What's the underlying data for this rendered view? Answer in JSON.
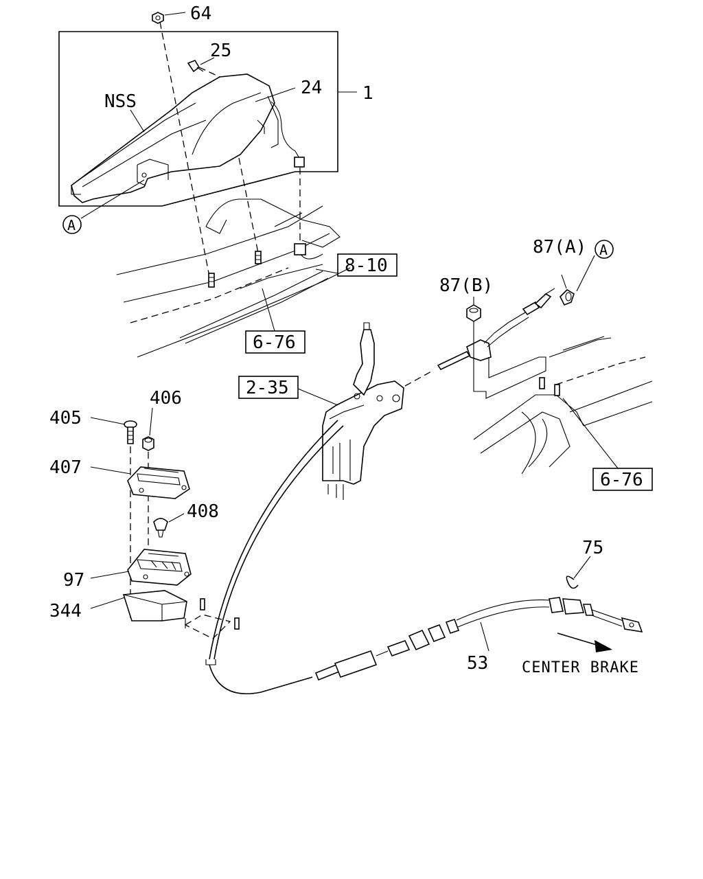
{
  "labels": {
    "p64": "64",
    "p25": "25",
    "p24": "24",
    "p1": "1",
    "nss": "NSS",
    "callout_a_left": "A",
    "p87a": "87(A)",
    "callout_a_right": "A",
    "p87b": "87(B)",
    "p406": "406",
    "p405": "405",
    "p407": "407",
    "p408": "408",
    "p97": "97",
    "p344": "344",
    "p75": "75",
    "p53": "53"
  },
  "refs": {
    "ref_8_10": "8-10",
    "ref_6_76_top": "6-76",
    "ref_2_35": "2-35",
    "ref_6_76_right": "6-76"
  },
  "direction": {
    "center_brake": "CENTER BRAKE"
  }
}
